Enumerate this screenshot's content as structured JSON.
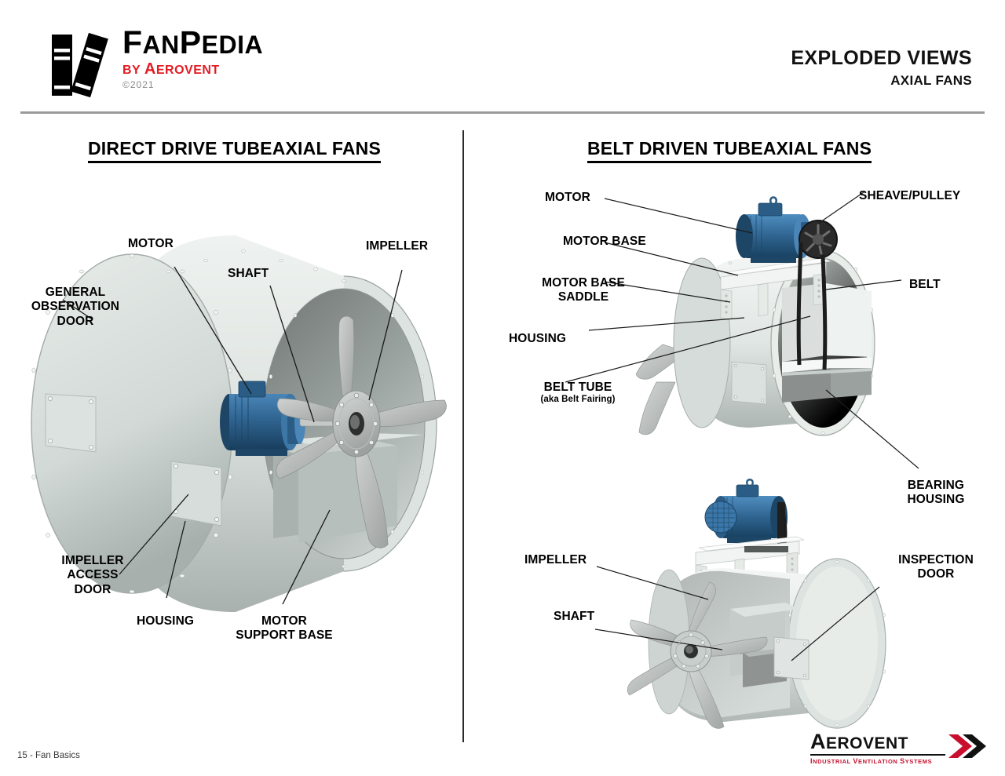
{
  "header": {
    "brand_name_parts": [
      "F",
      "AN",
      "P",
      "EDIA"
    ],
    "brand_name": "FanPedia",
    "brand_by_parts": [
      "BY ",
      "A",
      "EROVENT"
    ],
    "brand_by": "by Aerovent",
    "copyright": "©2021",
    "title": "EXPLODED VIEWS",
    "subtitle": "AXIAL FANS",
    "logo_icon": "books-icon",
    "accent_red": "#e31b23",
    "rule_color": "#9a9a9a"
  },
  "sections": {
    "left": {
      "title": "DIRECT DRIVE TUBEAXIAL FANS"
    },
    "right": {
      "title": "BELT DRIVEN TUBEAXIAL FANS"
    }
  },
  "left_diagram": {
    "labels": [
      {
        "id": "general-observation-door",
        "text": "GENERAL\nOBSERVATION\nDOOR"
      },
      {
        "id": "motor",
        "text": "MOTOR"
      },
      {
        "id": "shaft",
        "text": "SHAFT"
      },
      {
        "id": "impeller",
        "text": "IMPELLER"
      },
      {
        "id": "impeller-access-door",
        "text": "IMPELLER\nACCESS\nDOOR"
      },
      {
        "id": "housing",
        "text": "HOUSING"
      },
      {
        "id": "motor-support-base",
        "text": "MOTOR\nSUPPORT BASE"
      }
    ]
  },
  "right_diagram_top": {
    "labels": [
      {
        "id": "motor",
        "text": "MOTOR"
      },
      {
        "id": "motor-base",
        "text": "MOTOR BASE"
      },
      {
        "id": "motor-base-saddle",
        "text": "MOTOR BASE\nSADDLE"
      },
      {
        "id": "housing",
        "text": "HOUSING"
      },
      {
        "id": "belt-tube",
        "text": "BELT TUBE",
        "sub": "(aka Belt Fairing)"
      },
      {
        "id": "sheave-pulley",
        "text": "SHEAVE/PULLEY"
      },
      {
        "id": "belt",
        "text": "BELT"
      },
      {
        "id": "bearing-housing",
        "text": "BEARING\nHOUSING"
      }
    ]
  },
  "right_diagram_bottom": {
    "labels": [
      {
        "id": "impeller",
        "text": "IMPELLER"
      },
      {
        "id": "shaft",
        "text": "SHAFT"
      },
      {
        "id": "inspection-door",
        "text": "INSPECTION\nDOOR"
      }
    ]
  },
  "footer": {
    "page_note": "15 - Fan Basics",
    "logo_name_parts": [
      "A",
      "EROVENT"
    ],
    "logo_name": "AEROVENT",
    "logo_tagline_parts": [
      "I",
      "NDUSTRIAL ",
      "V",
      "ENTILATION ",
      "S",
      "YSTEMS"
    ],
    "logo_tagline": "INDUSTRIAL VENTILATION SYSTEMS",
    "tagline_color": "#c8102e",
    "chevron_icon": "double-chevron-icon"
  },
  "colors": {
    "motor_blue": "#2f6490",
    "motor_blue_dark": "#1d4566",
    "housing_light": "#e8edea",
    "housing_mid": "#cfd6d3",
    "housing_dark": "#9aa3a0",
    "blade_gray": "#b5b8b6",
    "interior_gray": "#8e9391"
  }
}
